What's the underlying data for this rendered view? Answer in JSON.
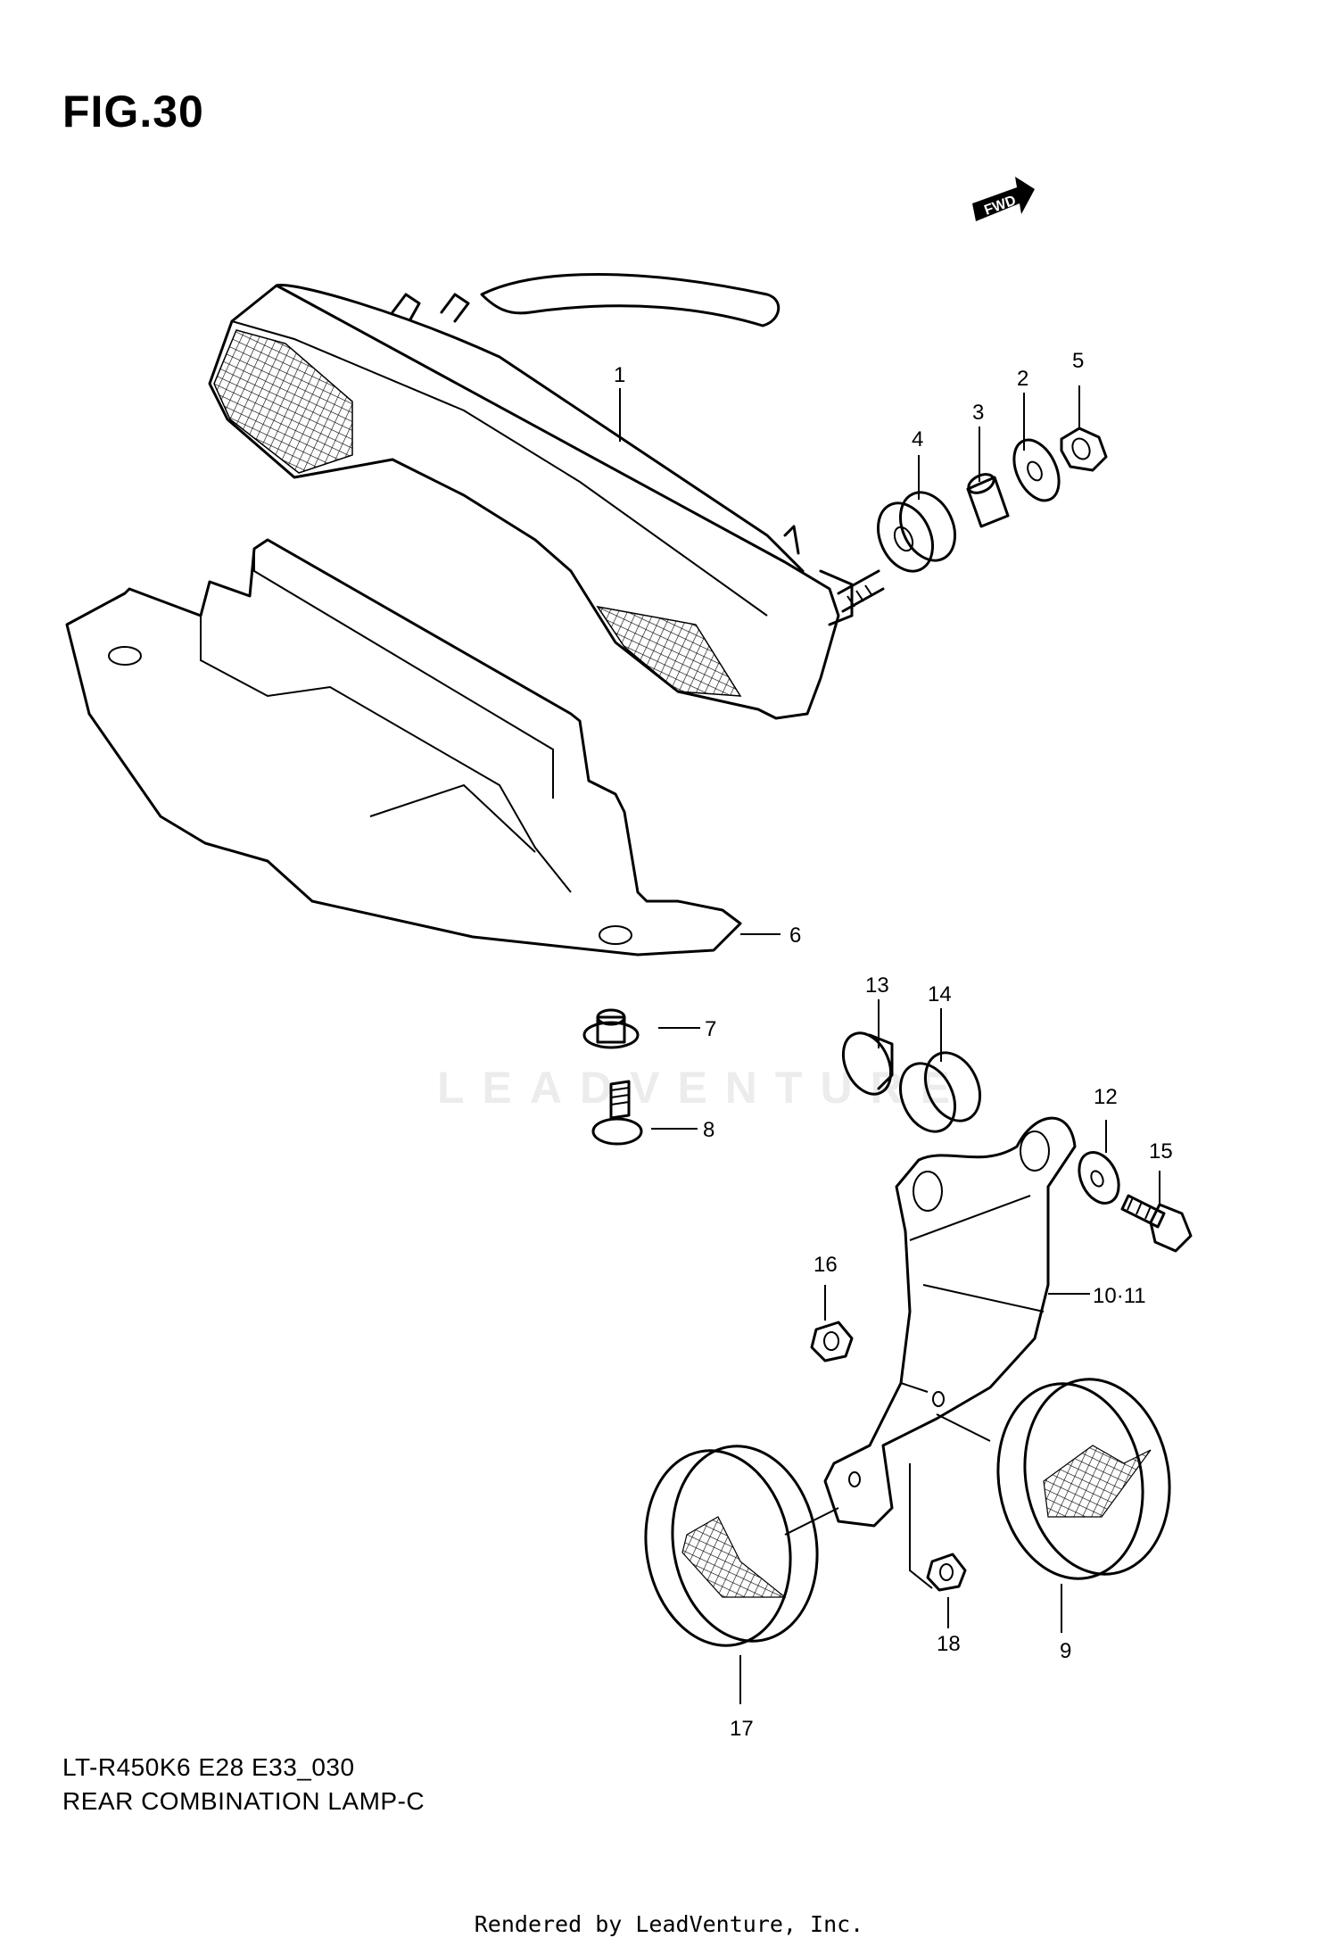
{
  "figure": {
    "title": "FIG.30",
    "model_code": "LT-R450K6 E28 E33_030",
    "name": "REAR COMBINATION LAMP-C"
  },
  "direction_badge": "FWD",
  "watermark": "LEADVENTURE",
  "credit": "Rendered by LeadVenture, Inc.",
  "callouts": [
    "1",
    "2",
    "3",
    "4",
    "5",
    "6",
    "7",
    "8",
    "9",
    "10·11",
    "12",
    "13",
    "14",
    "15",
    "16",
    "17",
    "18"
  ]
}
